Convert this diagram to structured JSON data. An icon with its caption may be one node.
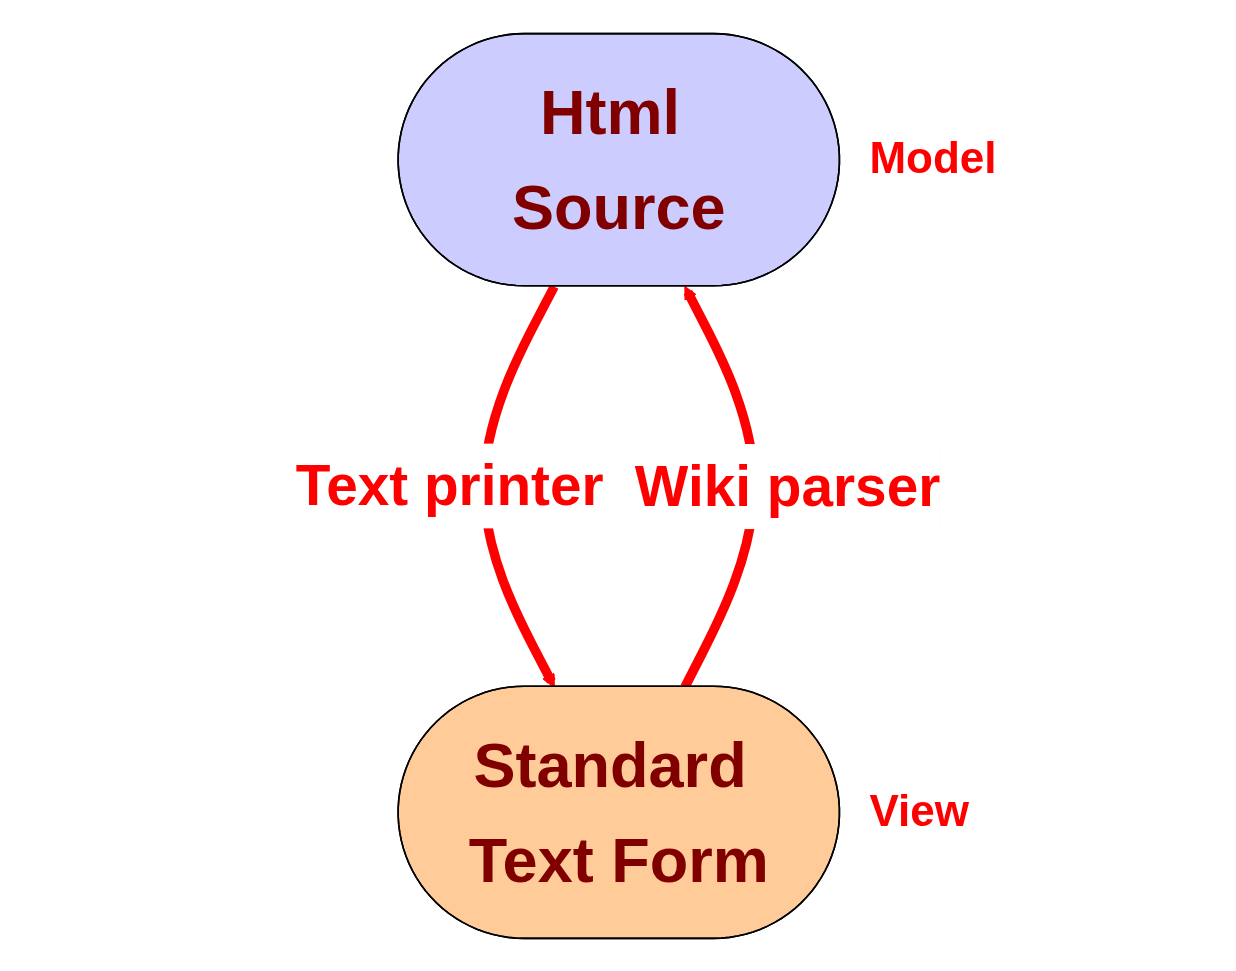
{
  "diagram": {
    "nodes": [
      {
        "text": [
          "Html Source"
        ],
        "beside": [
          "Model"
        ]
      },
      {
        "text": [
          "Standard Text Form"
        ],
        "beside": [
          "View"
        ]
      }
    ],
    "edges": [
      {
        "from": 0,
        "to": 1,
        "arrow": "to",
        "label": "Text printer"
      },
      {
        "from": 1,
        "to": 0,
        "arrow": "to",
        "label": "Wiki parser"
      }
    ]
  }
}
